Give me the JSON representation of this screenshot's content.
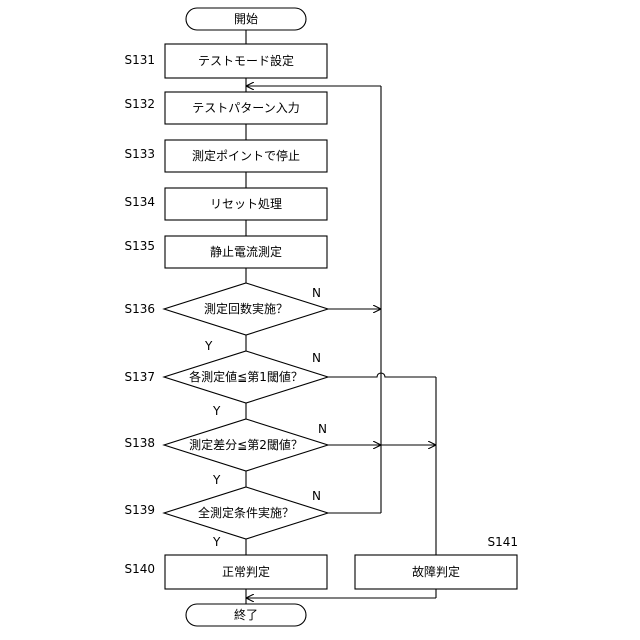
{
  "flowchart": {
    "start": "開始",
    "end": "終了",
    "steps": {
      "s131": {
        "id": "S131",
        "label": "テストモード設定"
      },
      "s132": {
        "id": "S132",
        "label": "テストパターン入力"
      },
      "s133": {
        "id": "S133",
        "label": "測定ポイントで停止"
      },
      "s134": {
        "id": "S134",
        "label": "リセット処理"
      },
      "s135": {
        "id": "S135",
        "label": "静止電流測定"
      },
      "s136": {
        "id": "S136",
        "label": "測定回数実施？"
      },
      "s137": {
        "id": "S137",
        "label": "各測定値≦第1閾値？"
      },
      "s138": {
        "id": "S138",
        "label": "測定差分≦第2閾値？"
      },
      "s139": {
        "id": "S139",
        "label": "全測定条件実施？"
      },
      "s140": {
        "id": "S140",
        "label": "正常判定"
      },
      "s141": {
        "id": "S141",
        "label": "故障判定"
      }
    },
    "branch_labels": {
      "s136_no": "N",
      "s136_yes": "Y",
      "s137_no": "N",
      "s137_yes": "Y",
      "s138_no": "N",
      "s138_yes": "Y",
      "s139_no": "N",
      "s139_yes": "Y"
    }
  }
}
